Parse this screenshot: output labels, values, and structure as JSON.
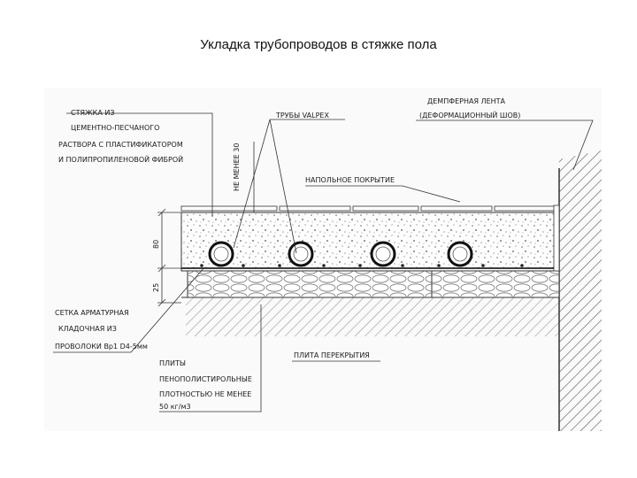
{
  "title": "Укладка трубопроводов в стяжке пола",
  "labels": {
    "screed": [
      "СТЯЖКА ИЗ",
      "ЦЕМЕНТНО-ПЕСЧАНОГО",
      "РАСТВОРА С ПЛАСТИФИКАТОРОМ",
      "И ПОЛИПРОПИЛЕНОВОЙ ФИБРОЙ"
    ],
    "min_thickness": "НЕ МЕНЕЕ 30",
    "pipes": "ТРУБЫ VALPEX",
    "damper_tape": [
      "ДЕМПФЕРНАЯ ЛЕНТА",
      "(ДЕФОРМАЦИОННЫЙ ШОВ)"
    ],
    "floor_covering": "НАПОЛЬНОЕ ПОКРЫТИЕ",
    "mesh": [
      "СЕТКА АРМАТУРНАЯ",
      "КЛАДОЧНАЯ ИЗ",
      "ПРОВОЛОКИ Вр1 D4-5мм"
    ],
    "floor_slab": "ПЛИТА ПЕРЕКРЫТИЯ",
    "insulation": [
      "ПЛИТЫ",
      "ПЕНОПОЛИСТИРОЛЬНЫЕ",
      "ПЛОТНОСТЬЮ НЕ МЕНЕЕ",
      "50 кг/м3"
    ]
  },
  "dimensions": {
    "screed_height": "80",
    "insulation_height": "25"
  }
}
